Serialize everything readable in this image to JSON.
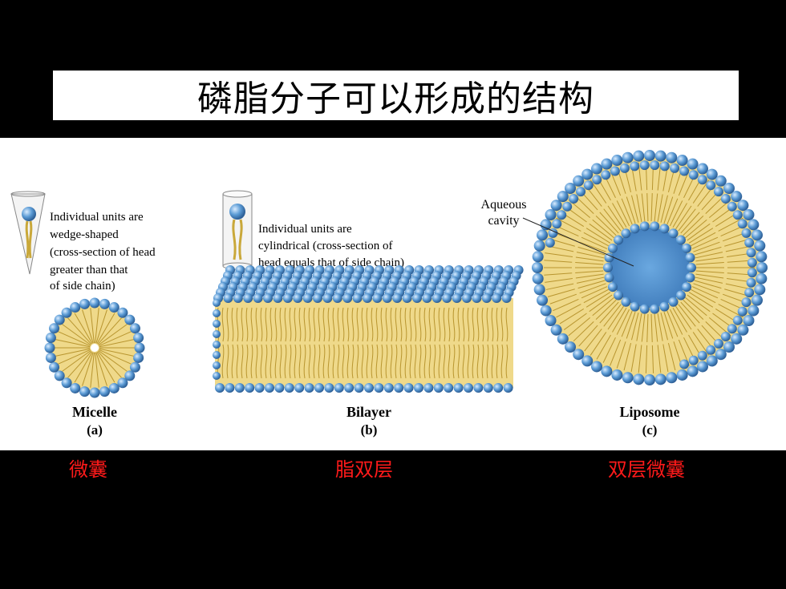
{
  "title": "磷脂分子可以形成的结构",
  "panels": {
    "micelle": {
      "note": [
        "Individual units are",
        "wedge-shaped",
        "(cross-section of head",
        "greater than that",
        "of side chain)"
      ],
      "label": "Micelle",
      "letter": "(a)",
      "caption_cn": "微囊"
    },
    "bilayer": {
      "note": [
        "Individual units are",
        "cylindrical (cross-section of",
        "head equals that of side chain)"
      ],
      "label": "Bilayer",
      "letter": "(b)",
      "caption_cn": "脂双层"
    },
    "liposome": {
      "callout": [
        "Aqueous",
        "cavity"
      ],
      "label": "Liposome",
      "letter": "(c)",
      "caption_cn": "双层微囊"
    }
  },
  "colors": {
    "head": "#5b9bd5",
    "tail": "#e8cf6a",
    "caption": "#ff1a1a"
  }
}
